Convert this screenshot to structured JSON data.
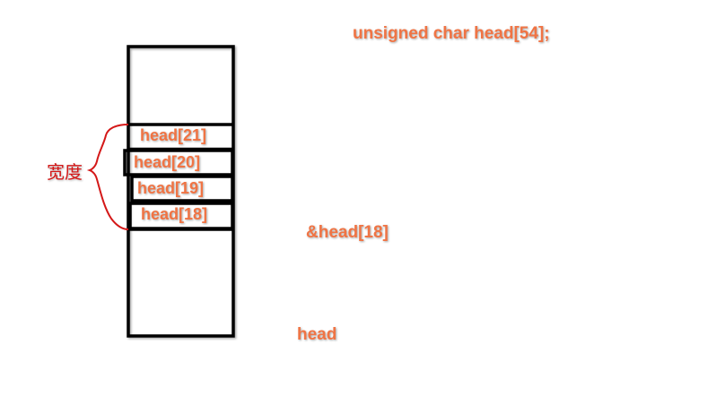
{
  "declaration": "unsigned char head[54];",
  "cells": [
    {
      "label": "head[21]"
    },
    {
      "label": "head[20]"
    },
    {
      "label": "head[19]"
    },
    {
      "label": "head[18]"
    }
  ],
  "width_label": "宽度",
  "pointers": [
    {
      "label": "&head[18]"
    },
    {
      "label": "head"
    }
  ],
  "colors": {
    "label_orange": "#f07444",
    "brace_red": "#d41818",
    "arrow_blue": "#1a1ad8",
    "box_black": "#000000"
  }
}
